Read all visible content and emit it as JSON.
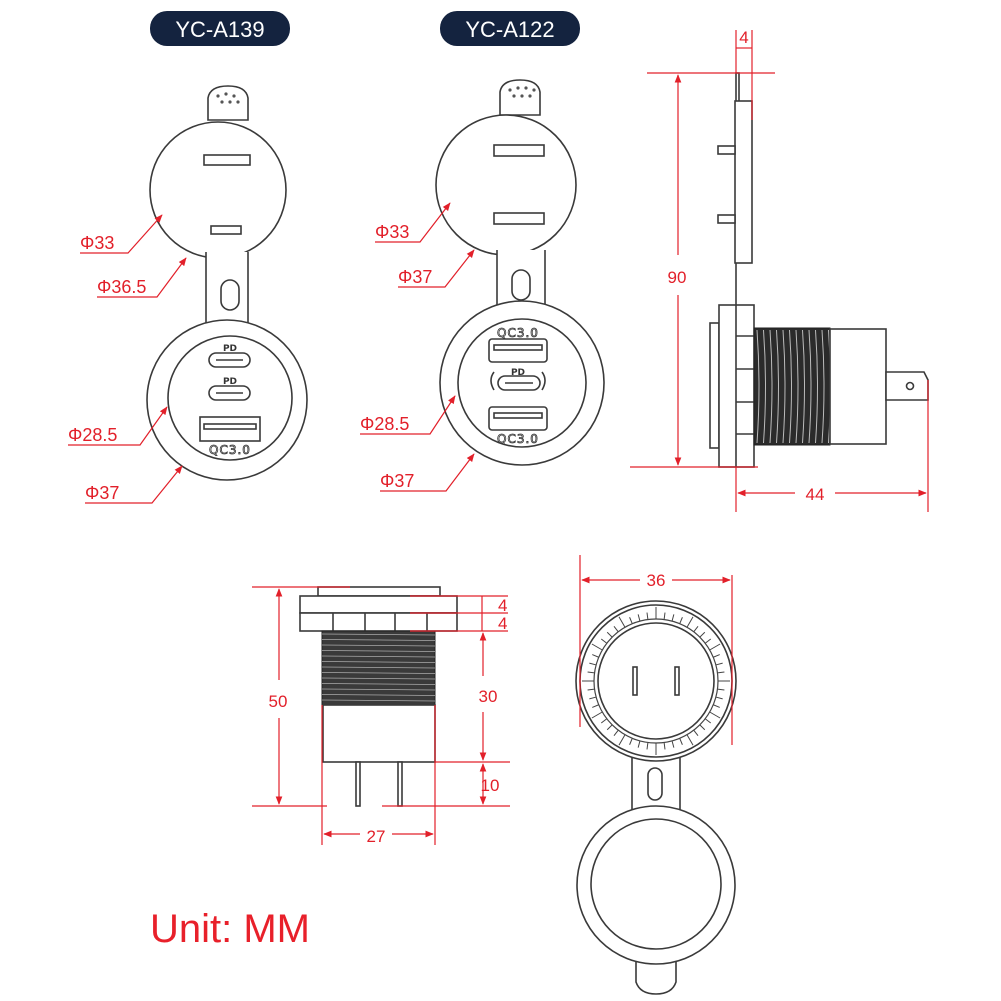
{
  "models": [
    {
      "label": "YC-A139"
    },
    {
      "label": "YC-A122"
    }
  ],
  "a139": {
    "dims": [
      "Φ33",
      "Φ36.5",
      "Φ28.5",
      "Φ37"
    ],
    "ports": [
      "PD",
      "PD",
      "QC3.0"
    ]
  },
  "a122": {
    "dims": [
      "Φ33",
      "Φ37",
      "Φ28.5",
      "Φ37"
    ],
    "ports": [
      "QC3.0",
      "PD",
      "QC3.0"
    ]
  },
  "side_view": {
    "thickness": "4",
    "height": "90",
    "depth": "44"
  },
  "profile_view": {
    "flange_top": "4",
    "flange_bottom": "4",
    "height": "50",
    "thread": "30",
    "pins": "10",
    "width": "27"
  },
  "front_view": {
    "width": "36"
  },
  "unit_label": "Unit: MM",
  "colors": {
    "dimension": "#e2202a",
    "badge": "#14233f",
    "outline": "#3a3a3a"
  }
}
